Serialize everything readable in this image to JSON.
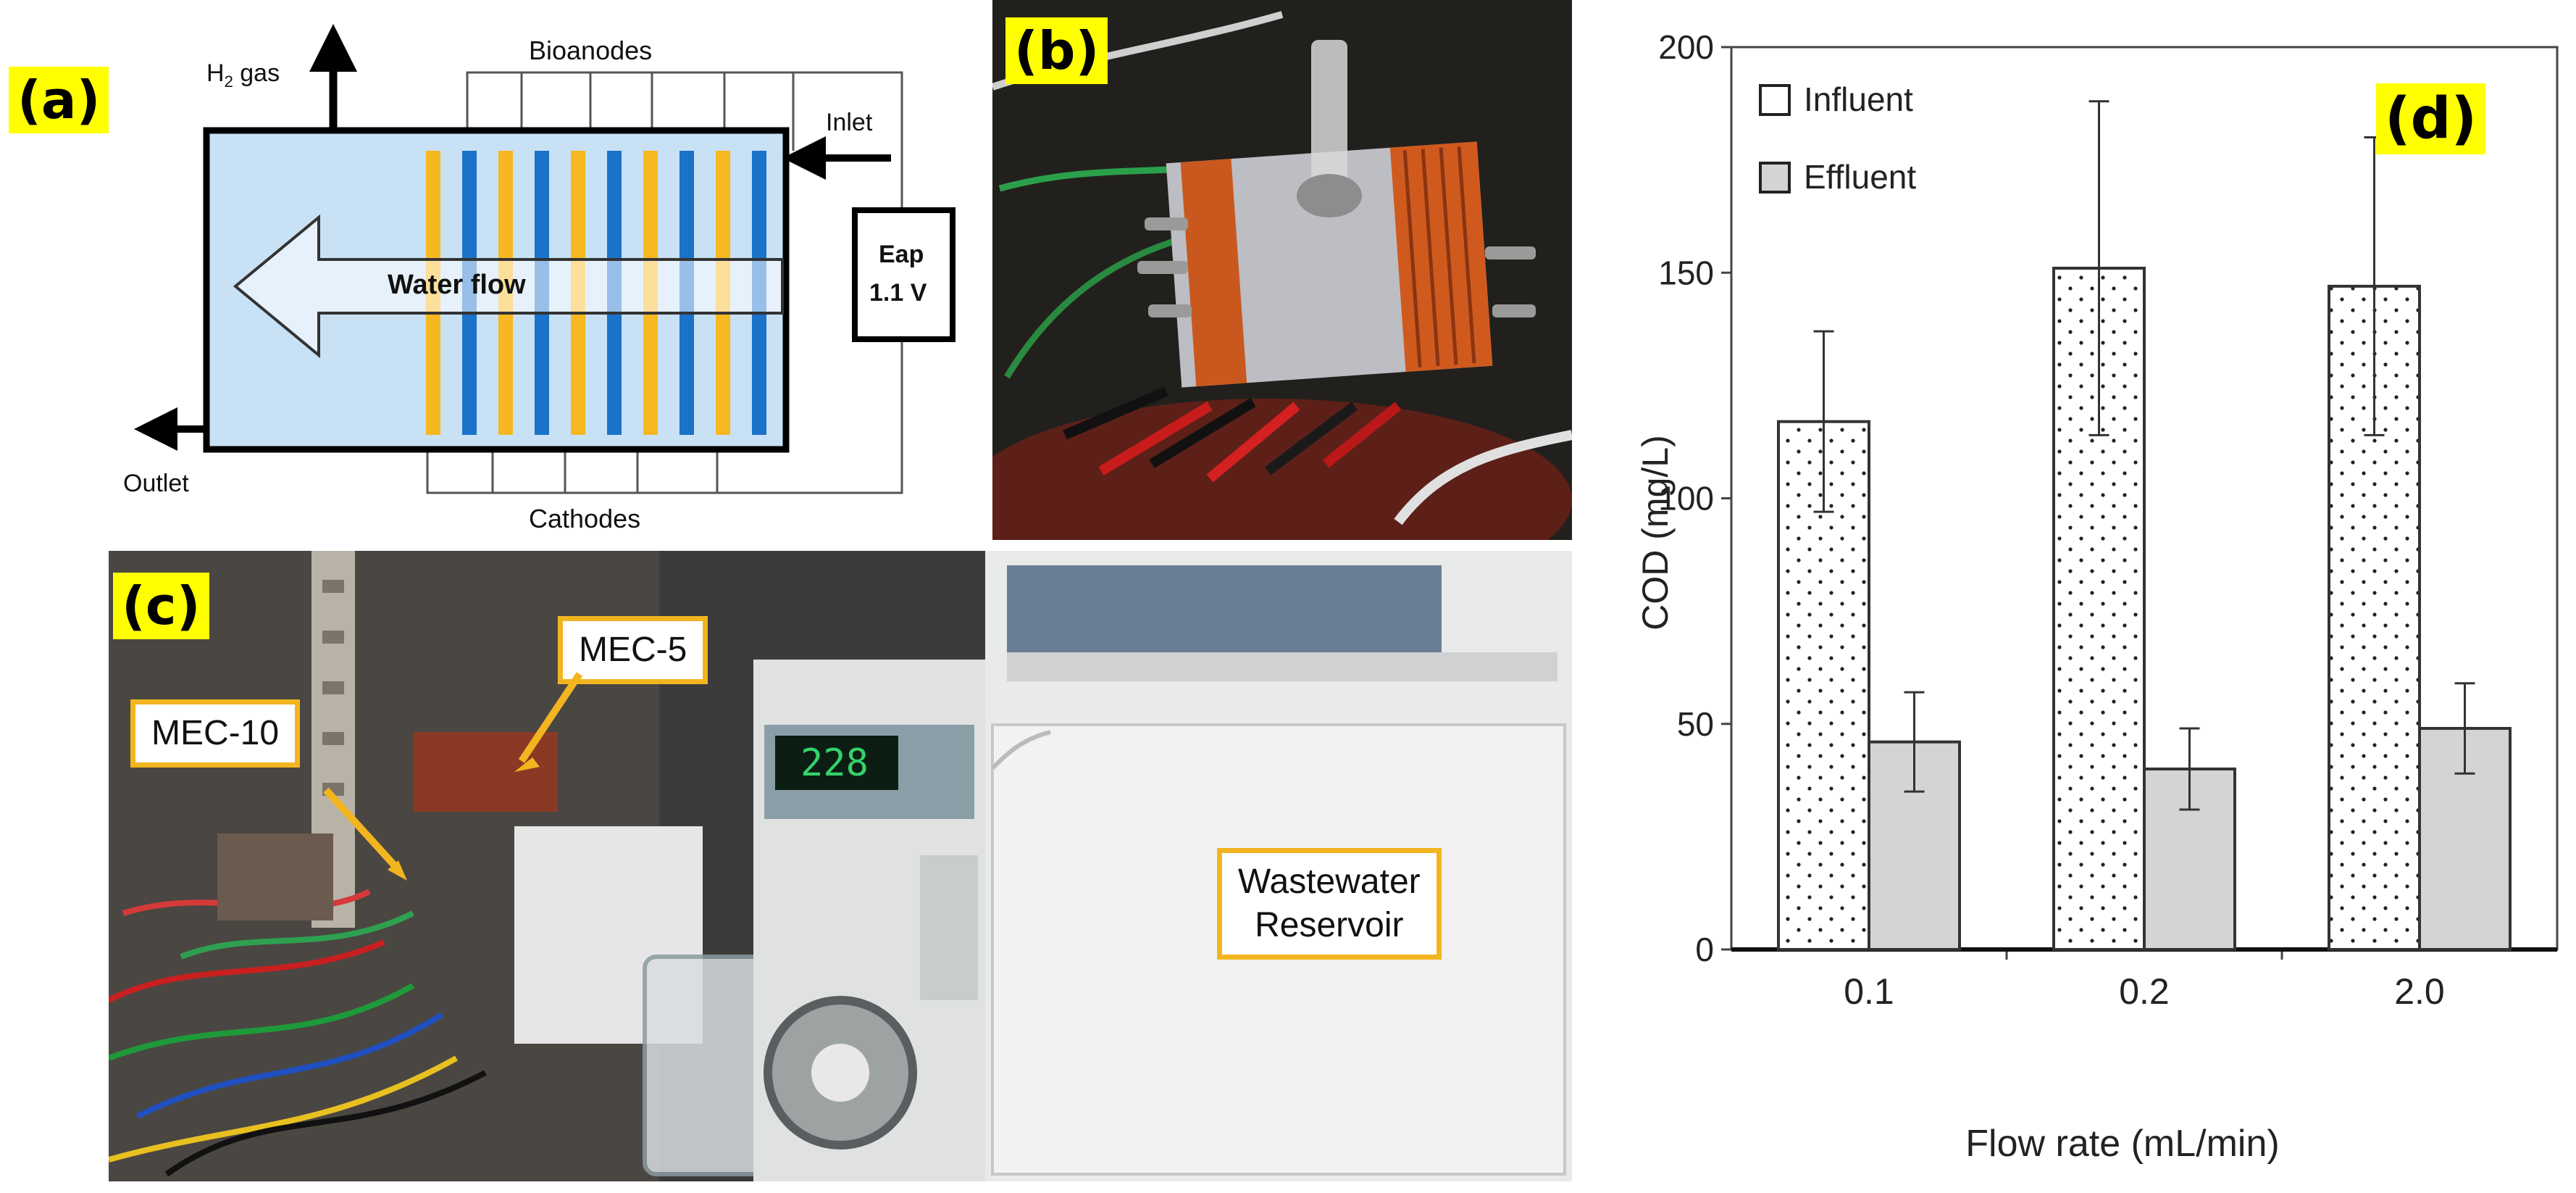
{
  "panel_a": {
    "tag": "(a)",
    "h2_prefix": "H",
    "h2_sub": "2",
    "h2_suffix": " gas",
    "bioanodes": "Bioanodes",
    "cathodes": "Cathodes",
    "inlet": "Inlet",
    "outlet": "Outlet",
    "water_flow": "Water flow",
    "eap_line1": "Eap",
    "eap_line2": "1.1 V",
    "colors": {
      "chamber": "#c9e1f5",
      "anode": "#1a72c9",
      "cathode": "#f6b820"
    }
  },
  "panel_b": {
    "tag": "(b)"
  },
  "panel_c": {
    "tag": "(c)",
    "mec5": "MEC-5",
    "mec10": "MEC-10",
    "pump_display": "228",
    "reservoir_line1": "Wastewater",
    "reservoir_line2": "Reservoir"
  },
  "panel_d": {
    "tag": "(d)"
  },
  "chart_data": {
    "type": "bar",
    "categories": [
      "0.1",
      "0.2",
      "2.0"
    ],
    "series": [
      {
        "name": "Influent",
        "values": [
          117,
          151,
          147
        ],
        "errors": [
          20,
          37,
          33
        ],
        "fill": "dotted"
      },
      {
        "name": "Effluent",
        "values": [
          46,
          40,
          49
        ],
        "errors": [
          11,
          9,
          10
        ],
        "fill": "#d4d4d4"
      }
    ],
    "ylim": [
      0,
      200
    ],
    "yticks": [
      0,
      50,
      100,
      150,
      200
    ],
    "ylabel": "COD (mg/L)",
    "xlabel": "Flow rate (mL/min)",
    "legend_position": "top-left",
    "grid": false
  }
}
